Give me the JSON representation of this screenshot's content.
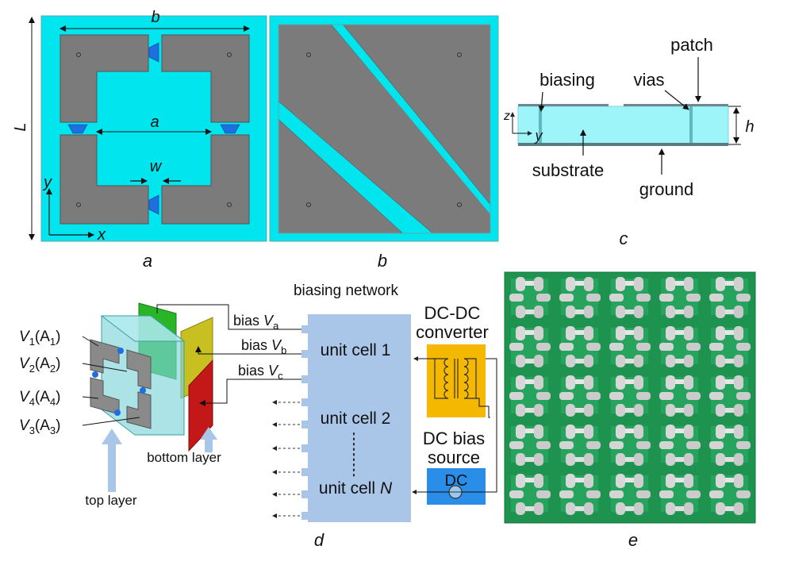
{
  "panel_a": {
    "caption": "a",
    "dim_b": "b",
    "dim_L": "L",
    "dim_a": "a",
    "dim_w": "w",
    "axis_y": "y",
    "axis_x": "x"
  },
  "panel_b": {
    "caption": "b"
  },
  "panel_c": {
    "caption": "c",
    "patch": "patch",
    "biasing": "biasing",
    "vias": "vias",
    "substrate": "substrate",
    "ground": "ground",
    "dim_h": "h",
    "axis_z": "z",
    "axis_y": "y"
  },
  "panel_d": {
    "caption": "d",
    "biasing_network": "biasing network",
    "bias_label": "bias",
    "v_a": "V",
    "v_a_sub": "a",
    "v_b": "V",
    "v_b_sub": "b",
    "v_c": "V",
    "v_c_sub": "c",
    "unit_cell_1": "unit cell 1",
    "unit_cell_2": "unit cell 2",
    "unit_cell_n": "unit cell ",
    "unit_cell_n_var": "N",
    "dcdc_line1": "DC-DC",
    "dcdc_line2": "converter",
    "dcbias_line1": "DC bias",
    "dcbias_line2": "source",
    "dc": "DC",
    "top_layer": "top layer",
    "bottom_layer": "bottom layer",
    "varactors": [
      {
        "v": "V",
        "vi": "1",
        "a": "(A",
        "ai": "1",
        "close": ")"
      },
      {
        "v": "V",
        "vi": "2",
        "a": "(A",
        "ai": "2",
        "close": ")"
      },
      {
        "v": "V",
        "vi": "4",
        "a": "(A",
        "ai": "4",
        "close": ")"
      },
      {
        "v": "V",
        "vi": "3",
        "a": "(A",
        "ai": "3",
        "close": ")"
      }
    ]
  },
  "panel_e": {
    "caption": "e"
  },
  "colors": {
    "substrate": "#00e5ee",
    "patch": "#7b7b7b",
    "network": "#a9c6e8",
    "converter": "#f5b800",
    "dc_source": "#2a8ee8",
    "pcb_green": "#1f9a55"
  }
}
